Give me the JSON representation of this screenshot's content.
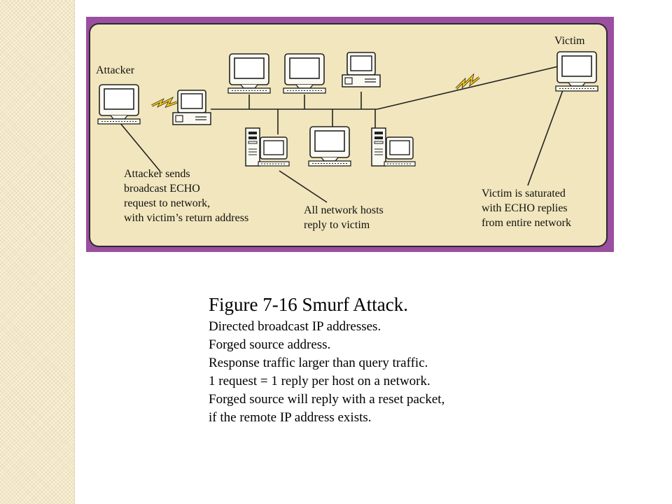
{
  "diagram": {
    "labels": {
      "attacker": "Attacker",
      "victim": "Victim",
      "attacker_note": [
        "Attacker sends",
        "broadcast ECHO",
        "request to network,",
        "with victim’s return address"
      ],
      "hosts_note": [
        "All network hosts",
        "reply to victim"
      ],
      "victim_note": [
        "Victim is saturated",
        "with ECHO replies",
        "from entire network"
      ]
    },
    "colors": {
      "frame": "#9b4fa0",
      "panel": "#f1e6bd",
      "lightning": "#f0c419"
    },
    "icons": [
      "monitor-icon",
      "desktop-computer-icon",
      "tower-computer-icon",
      "lightning-bolt-icon"
    ]
  },
  "caption": {
    "title": "Figure 7-16  Smurf Attack.",
    "lines": [
      "Directed broadcast IP addresses.",
      "Forged source address.",
      "Response traffic larger than query traffic.",
      "1 request = 1 reply per host on a network.",
      "Forged source will reply with a reset packet,",
      "if the remote IP address exists."
    ]
  }
}
